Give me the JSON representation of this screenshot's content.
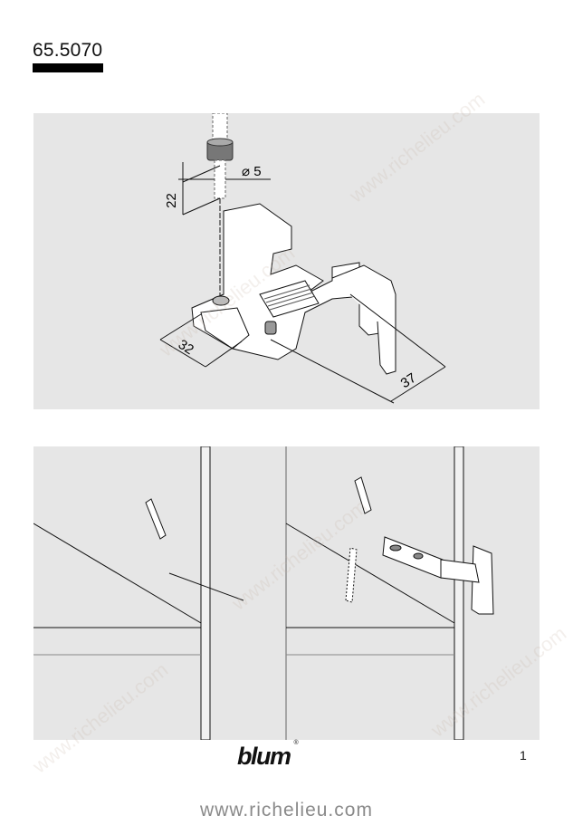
{
  "header": {
    "part_number": "65.5070"
  },
  "drawing_top": {
    "dimensions": {
      "diameter": "⌀ 5",
      "depth": "22",
      "distance_a": "32",
      "distance_b": "37"
    }
  },
  "footer": {
    "brand": "blum",
    "registered": "®",
    "page_number": "1",
    "website": "www.richelieu.com"
  },
  "watermark": "www.richelieu.com",
  "colors": {
    "panel": "#e6e6e6",
    "ink": "#111111"
  }
}
